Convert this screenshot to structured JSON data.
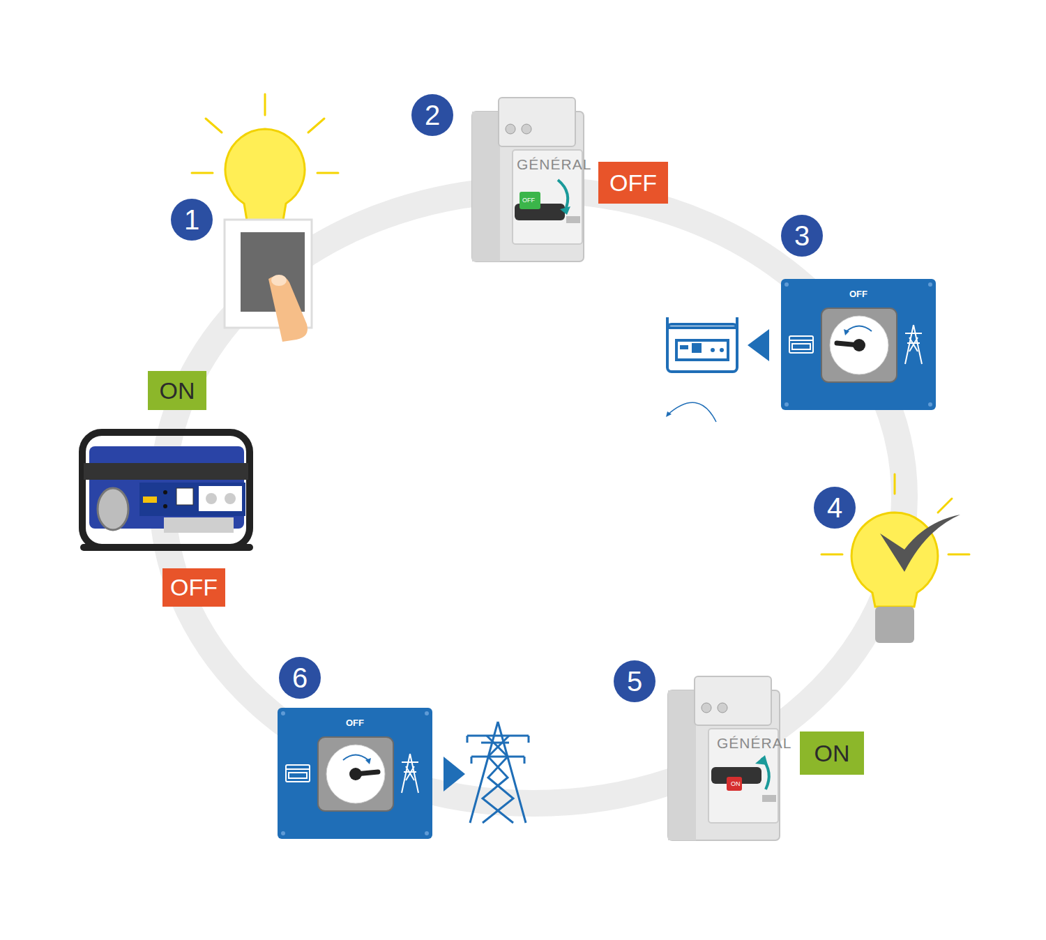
{
  "diagram": {
    "nodes": [
      {
        "text": [
          "1"
        ]
      },
      {
        "text": [
          "2"
        ]
      },
      {
        "text": [
          "OFF"
        ]
      },
      {
        "text": [
          "3"
        ]
      },
      {
        "text": [
          "OFF"
        ]
      },
      {
        "text": [
          "4"
        ]
      },
      {
        "text": [
          "5"
        ]
      },
      {
        "text": [
          "ON"
        ]
      },
      {
        "text": [
          "6"
        ]
      },
      {
        "text": [
          "OFF"
        ]
      },
      {
        "text": [
          "ON"
        ]
      },
      {
        "text": [
          "OFF"
        ]
      }
    ],
    "labels": [
      "GÉNÉRAL",
      "OFF",
      "GÉNÉRAL",
      "ON"
    ]
  }
}
